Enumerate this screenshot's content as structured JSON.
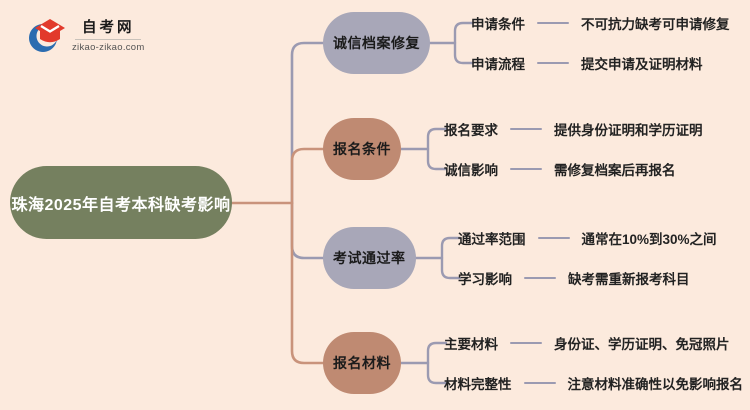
{
  "logo": {
    "title": "自考网",
    "url": "zikao-zikao.com"
  },
  "root": {
    "label": "珠海2025年自考本科缺考影响"
  },
  "branches": [
    {
      "label": "诚信档案修复",
      "color": "#a8a7b8",
      "children": [
        {
          "label": "申请条件",
          "leaf": "不可抗力缺考可申请修复"
        },
        {
          "label": "申请流程",
          "leaf": "提交申请及证明材料"
        }
      ]
    },
    {
      "label": "报名条件",
      "color": "#bf8a72",
      "children": [
        {
          "label": "报名要求",
          "leaf": "提供身份证明和学历证明"
        },
        {
          "label": "诚信影响",
          "leaf": "需修复档案后再报名"
        }
      ]
    },
    {
      "label": "考试通过率",
      "color": "#a8a7b8",
      "children": [
        {
          "label": "通过率范围",
          "leaf": "通常在10%到30%之间"
        },
        {
          "label": "学习影响",
          "leaf": "缺考需重新报考科目"
        }
      ]
    },
    {
      "label": "报名材料",
      "color": "#bf8a72",
      "children": [
        {
          "label": "主要材料",
          "leaf": "身份证、学历证明、免冠照片"
        },
        {
          "label": "材料完整性",
          "leaf": "注意材料准确性以免影响报名"
        }
      ]
    }
  ],
  "colors": {
    "background": "#fceadd",
    "root_node": "#75805f",
    "branch_gray": "#a8a7b8",
    "branch_clay": "#bf8a72",
    "connector_gray": "#9b9ab1",
    "connector_salmon": "#c9937b",
    "logo_blue": "#2b6cb0",
    "logo_red": "#e23a2c"
  }
}
